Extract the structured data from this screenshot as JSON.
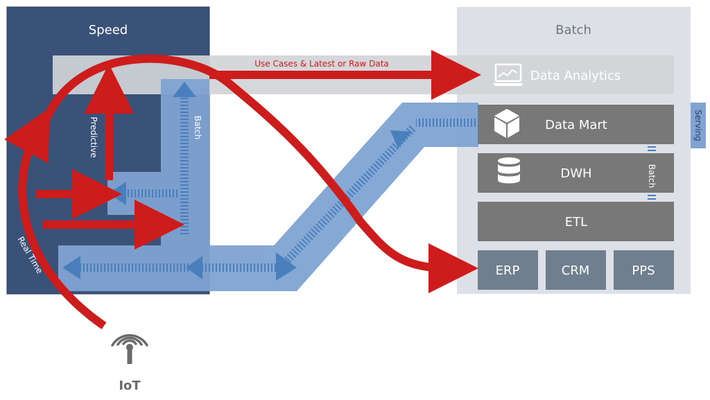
{
  "colors": {
    "speed_panel": "#3b5278",
    "batch_panel": "#dde1e7",
    "analytics_band": "#c7cacf",
    "box_dark": "#787878",
    "box_source": "#6f7f8f",
    "blue_pipe": "#80a3d2",
    "blue_arrow": "#4a7fbe",
    "red_arrow": "#cc1c1c",
    "iot_icon": "#6b6b6b"
  },
  "speed": {
    "title": "Speed"
  },
  "batch": {
    "title": "Batch"
  },
  "analytics": {
    "label": "Data Analytics",
    "icon": "laptop-chart-icon"
  },
  "flow": {
    "use_cases_label": "Use Cases & Latest or Raw Data",
    "predictive_label": "Predictive",
    "batch_label": "Batch",
    "real_time_label": "Real Time",
    "serving_label": "Serving",
    "batch_right_label": "Batch"
  },
  "layers": {
    "data_mart": {
      "label": "Data Mart",
      "icon": "cube-icon"
    },
    "dwh": {
      "label": "DWH",
      "icon": "database-icon"
    },
    "etl": {
      "label": "ETL"
    }
  },
  "sources": [
    {
      "label": "ERP"
    },
    {
      "label": "CRM"
    },
    {
      "label": "PPS"
    }
  ],
  "iot": {
    "label": "IoT",
    "icon": "antenna-icon"
  }
}
